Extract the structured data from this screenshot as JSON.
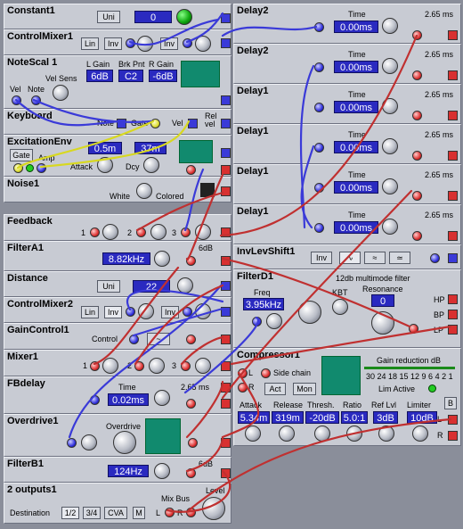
{
  "modules": {
    "constant1": {
      "title": "Constant1",
      "uni": "Uni",
      "value": "0"
    },
    "controlmixer1": {
      "title": "ControlMixer1",
      "lin": "Lin",
      "inv1": "Inv",
      "inv2": "Inv"
    },
    "notescal1": {
      "title": "NoteScal 1",
      "lgain_label": "L Gain",
      "brkpnt_label": "Brk Pnt",
      "rgain_label": "R Gain",
      "lgain": "6dB",
      "brkpnt": "C2",
      "rgain": "-6dB",
      "vel_label": "Vel",
      "note_label": "Note",
      "velsens_label": "Vel Sens"
    },
    "keyboard": {
      "title": "Keyboard",
      "note": "Note",
      "gate": "Gate",
      "vel": "Vel",
      "relvel": "Rel vel"
    },
    "excitationenv": {
      "title": "ExcitationEnv",
      "gate": "Gate",
      "amp": "Amp",
      "attack": "Attack",
      "dcy": "Dcy",
      "attack_val": "0.5m",
      "dcy_val": "37m"
    },
    "noise1": {
      "title": "Noise1",
      "white": "White",
      "colored": "Colored"
    },
    "feedback": {
      "title": "Feedback",
      "in1": "1",
      "in2": "2",
      "in3": "3"
    },
    "filtera1": {
      "title": "FilterA1",
      "freq": "8.82kHz",
      "db": "6dB"
    },
    "distance": {
      "title": "Distance",
      "uni": "Uni",
      "value": "22"
    },
    "controlmixer2": {
      "title": "ControlMixer2",
      "lin": "Lin",
      "inv": "Inv",
      "inv2": "Inv"
    },
    "gaincontrol1": {
      "title": "GainControl1",
      "control": "Control"
    },
    "mixer1": {
      "title": "Mixer1",
      "in1": "1",
      "in2": "2",
      "in3": "3"
    },
    "fbdelay": {
      "title": "FBdelay",
      "time_label": "Time",
      "time": "0.02ms",
      "max": "2.65 ms"
    },
    "overdrive1": {
      "title": "Overdrive1",
      "overdrive": "Overdrive"
    },
    "filterb1": {
      "title": "FilterB1",
      "freq": "124Hz",
      "db": "6dB"
    },
    "outputs": {
      "title": "2 outputs1",
      "destination": "Destination",
      "d1": "1/2",
      "d2": "3/4",
      "d3": "CVA",
      "m": "M",
      "mixbus": "Mix Bus",
      "level": "Level",
      "l": "L",
      "r": "R"
    },
    "delays": [
      {
        "title": "Delay2",
        "time_label": "Time",
        "time": "0.00ms",
        "max": "2.65 ms"
      },
      {
        "title": "Delay2",
        "time_label": "Time",
        "time": "0.00ms",
        "max": "2.65 ms"
      },
      {
        "title": "Delay1",
        "time_label": "Time",
        "time": "0.00ms",
        "max": "2.65 ms"
      },
      {
        "title": "Delay1",
        "time_label": "Time",
        "time": "0.00ms",
        "max": "2.65 ms"
      },
      {
        "title": "Delay1",
        "time_label": "Time",
        "time": "0.00ms",
        "max": "2.65 ms"
      },
      {
        "title": "Delay1",
        "time_label": "Time",
        "time": "0.00ms",
        "max": "2.65 ms"
      }
    ],
    "invlevshift1": {
      "title": "InvLevShift1",
      "inv": "Inv"
    },
    "filterd1": {
      "title": "FilterD1",
      "desc": "12db multimode filter",
      "freq_label": "Freq",
      "freq": "3.95kHz",
      "kbt": "KBT",
      "res_label": "Resonance",
      "res": "0",
      "hp": "HP",
      "bp": "BP",
      "lp": "LP"
    },
    "compressor1": {
      "title": "Compressor1",
      "l": "L",
      "r": "R",
      "sidechain": "Side chain",
      "act": "Act",
      "mon": "Mon",
      "gr_label": "Gain reduction dB",
      "gr_scale": "30 24 18 15 12 9 6 4 2 1",
      "lim": "Lim Active",
      "attack_label": "Attack",
      "release_label": "Release",
      "thresh_label": "Thresh.",
      "ratio_label": "Ratio",
      "reflvl_label": "Ref Lvl",
      "limiter_label": "Limiter",
      "attack": "5.34m",
      "release": "319m",
      "thresh": "-20dB",
      "ratio": "5.0:1",
      "reflvl": "3dB",
      "limiter": "10dB",
      "b": "B"
    }
  }
}
